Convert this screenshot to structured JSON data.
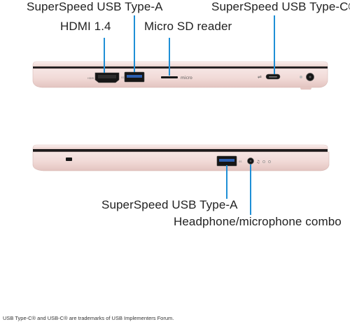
{
  "top_view": {
    "callouts": {
      "usb_a": "SuperSpeed USB Type-A",
      "usb_c": "SuperSpeed USB Type-C®",
      "hdmi": "HDMI 1.4",
      "micro_sd": "Micro SD reader"
    }
  },
  "bottom_view": {
    "callouts": {
      "usb_a": "SuperSpeed USB Type-A",
      "headphone": "Headphone/microphone combo"
    }
  },
  "footnote": "USB Type-C® and USB-C® are trademarks of USB Implementers Forum.",
  "colors": {
    "callout_line": "#1f8fd6",
    "chassis": "#f2dcd9",
    "chassis_shadow": "#d9bcb8",
    "port_black": "#161616"
  }
}
